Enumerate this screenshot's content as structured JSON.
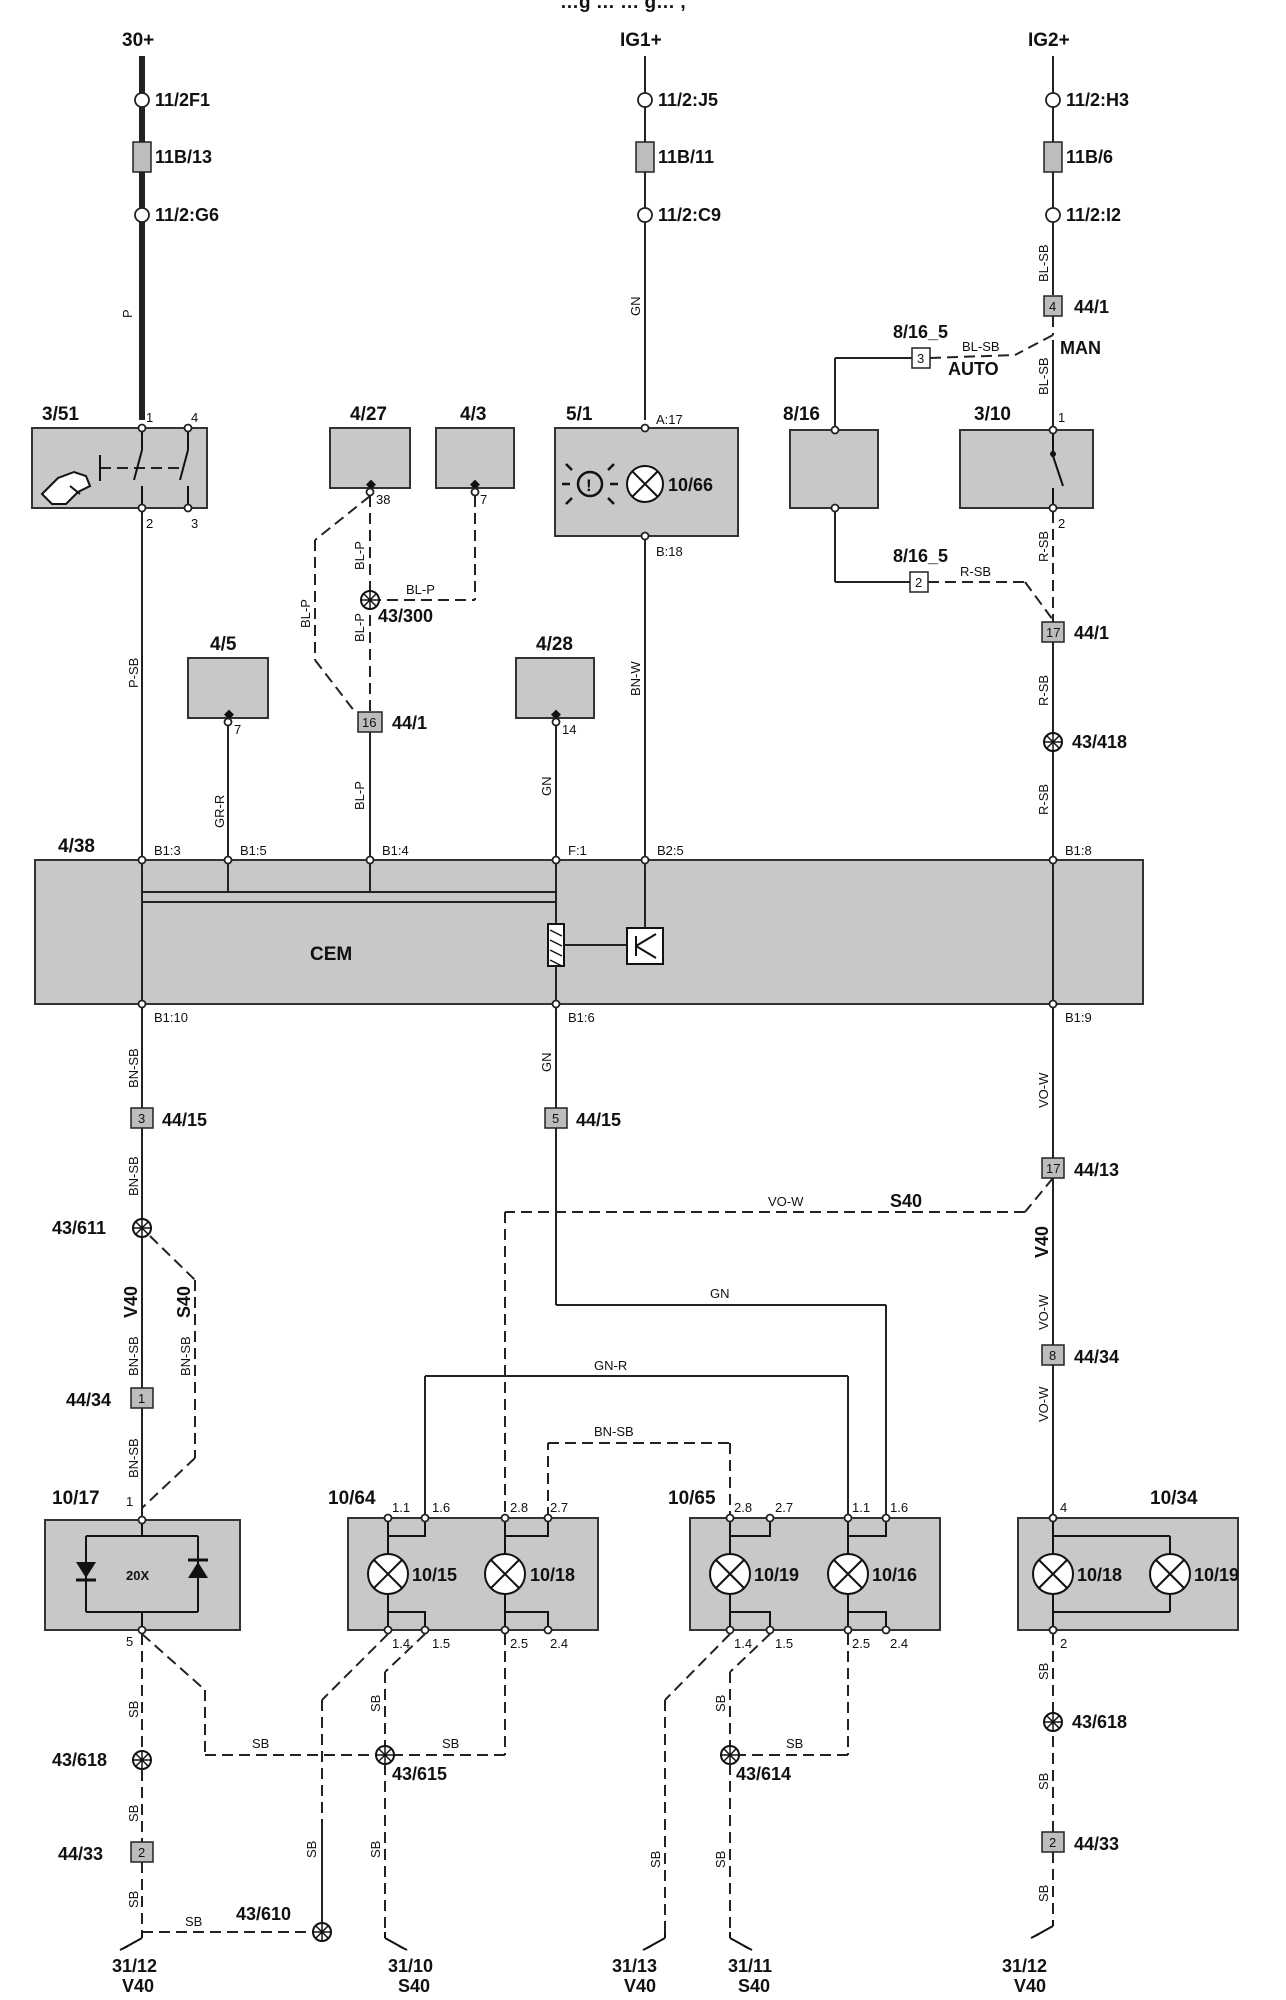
{
  "header": "…g … … g… ,",
  "supplies": [
    "30+",
    "IG1+",
    "IG2+"
  ],
  "fuse_points": [
    "11/2F1",
    "11B/13",
    "11/2:G6",
    "11/2:J5",
    "11B/11",
    "11/2:C9",
    "11/2:H3",
    "11B/6",
    "11/2:I2"
  ],
  "modules": {
    "m351": "3/51",
    "m427": "4/27",
    "m43": "4/3",
    "m51": "5/1",
    "m816": "8/16",
    "m310": "3/10",
    "m45": "4/5",
    "m428": "4/28",
    "m438": "4/38",
    "cem": "CEM",
    "m1017": "10/17",
    "m1064": "10/64",
    "m1065": "10/65",
    "m1034": "10/34"
  },
  "bulbs": {
    "b1066": "10/66",
    "b1015": "10/15",
    "b1018a": "10/18",
    "b1019a": "10/19",
    "b1016": "10/16",
    "b1018b": "10/18",
    "b1019b": "10/19",
    "diode_text": "20X"
  },
  "splices": [
    "43/300",
    "43/418",
    "43/611",
    "43/618",
    "43/615",
    "43/614",
    "43/618",
    "43/610"
  ],
  "connectors": [
    {
      "pin": "4",
      "label": "44/1"
    },
    {
      "pin": "17",
      "label": "44/1"
    },
    {
      "pin": "16",
      "label": "44/1"
    },
    {
      "pin": "3",
      "label": "44/15"
    },
    {
      "pin": "5",
      "label": "44/15"
    },
    {
      "pin": "17",
      "label": "44/13"
    },
    {
      "pin": "8",
      "label": "44/34"
    },
    {
      "pin": "1",
      "label": "44/34"
    },
    {
      "pin": "2",
      "label": "44/33"
    },
    {
      "pin": "2",
      "label": "44/33"
    }
  ],
  "switch_conns": [
    {
      "pin": "3",
      "label": "8/16_5",
      "sub": "AUTO"
    },
    {
      "pin": "2",
      "label": "8/16_5"
    }
  ],
  "man": "MAN",
  "grounds": [
    {
      "label": "31/12",
      "variant": "V40"
    },
    {
      "label": "31/10",
      "variant": "S40"
    },
    {
      "label": "31/13",
      "variant": "V40"
    },
    {
      "label": "31/11",
      "variant": "S40"
    },
    {
      "label": "31/12",
      "variant": "V40"
    }
  ],
  "pins": {
    "p351_1": "1",
    "p351_4": "4",
    "p351_2": "2",
    "p351_3": "3",
    "p427": "38",
    "p43": "7",
    "p51a": "A:17",
    "p51b": "B:18",
    "p310_1": "1",
    "p310_2": "2",
    "p45": "7",
    "p428": "14",
    "cem_b13": "B1:3",
    "cem_b15": "B1:5",
    "cem_b14": "B1:4",
    "cem_f1": "F:1",
    "cem_b25": "B2:5",
    "cem_b18": "B1:8",
    "cem_b110": "B1:10",
    "cem_b16": "B1:6",
    "cem_b19": "B1:9",
    "p1017_1": "1",
    "p1017_5": "5",
    "p1064_11": "1.1",
    "p1064_16": "1.6",
    "p1064_28": "2.8",
    "p1064_27": "2.7",
    "p1064_14": "1.4",
    "p1064_15": "1.5",
    "p1064_25": "2.5",
    "p1064_24": "2.4",
    "p1065_28": "2.8",
    "p1065_27": "2.7",
    "p1065_11": "1.1",
    "p1065_16": "1.6",
    "p1065_14": "1.4",
    "p1065_15": "1.5",
    "p1065_25": "2.5",
    "p1065_24": "2.4",
    "p1034_4": "4",
    "p1034_2": "2"
  },
  "wires": {
    "p": "P",
    "gn_top": "GN",
    "blsb1": "BL-SB",
    "blsb2": "BL-SB",
    "blsb3": "BL-SB",
    "psb": "P-SB",
    "blp1": "BL-P",
    "blp2": "BL-P",
    "blp3": "BL-P",
    "blp4": "BL-P",
    "blp5": "BL-P",
    "bnw": "BN-W",
    "rsb1": "R-SB",
    "rsb2": "R-SB",
    "rsb3": "R-SB",
    "rsb4": "R-SB",
    "grr": "GR-R",
    "gn428": "GN",
    "bnsb1": "BN-SB",
    "bnsb2": "BN-SB",
    "bnsb3": "BN-SB",
    "bnsb4": "BN-SB",
    "bnsb5": "BN-SB",
    "gn_b16": "GN",
    "vow1": "VO-W",
    "vow2": "VO-W",
    "vow3": "VO-W",
    "vow4": "VO-W",
    "gn_h": "GN",
    "gnr": "GN-R",
    "bnsb_h": "BN-SB",
    "sb1": "SB",
    "sb2": "SB",
    "sb3": "SB",
    "sb4": "SB",
    "sb5": "SB",
    "sb6": "SB",
    "sb7": "SB",
    "sb8": "SB",
    "sb9": "SB",
    "sb10": "SB",
    "sb11": "SB",
    "sb12": "SB",
    "sb13": "SB",
    "s40_h": "S40",
    "v40_r": "V40",
    "v40_l": "V40",
    "s40_l": "S40"
  }
}
